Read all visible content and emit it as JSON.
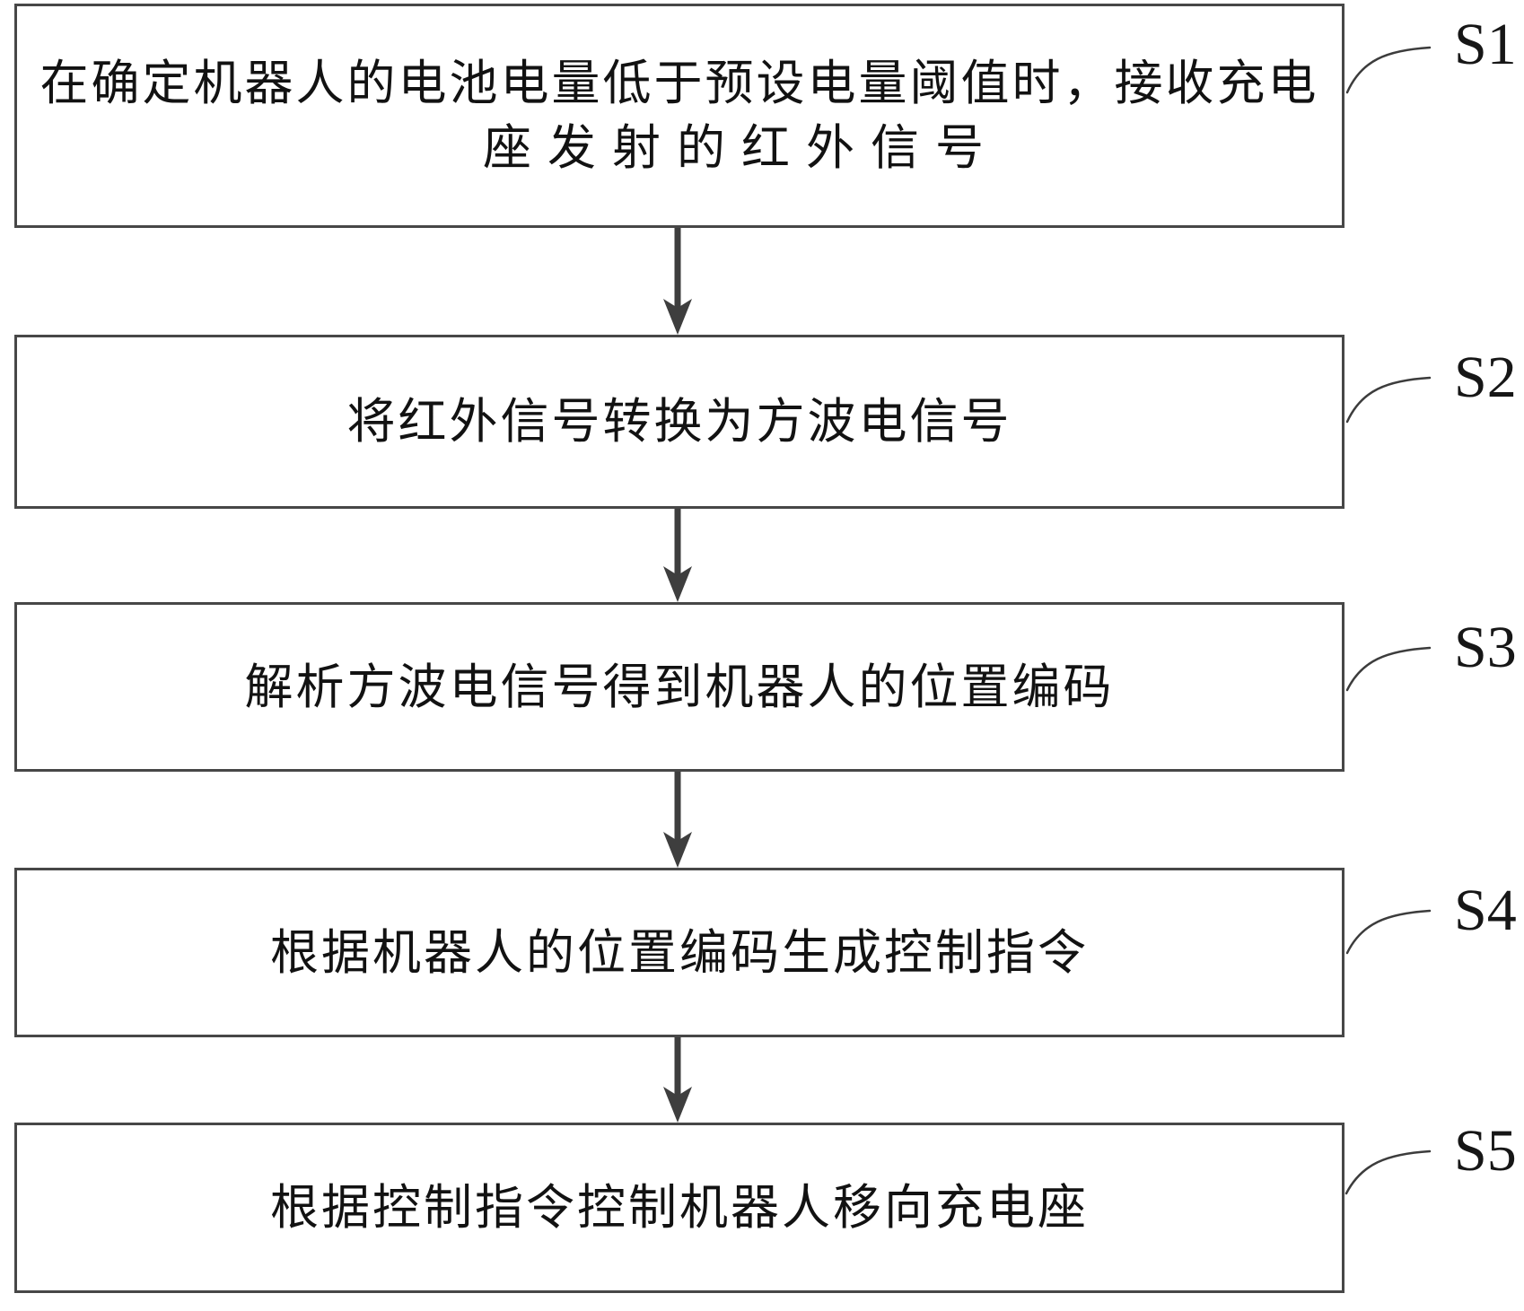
{
  "figure_type": "flowchart",
  "colors": {
    "background": "#ffffff",
    "border": "#474747",
    "arrow": "#3e3e3e",
    "text": "#121212",
    "label": "#161616",
    "connector": "#3c3c3c"
  },
  "steps": [
    {
      "label": "S1",
      "lines": [
        "在确定机器人的电池电量低于预设电量阈值时，接收充电",
        "座发射的红外信号"
      ],
      "full_text": "在确定机器人的电池电量低于预设电量阈值时，接收充电座发射的红外信号"
    },
    {
      "label": "S2",
      "lines": [
        "将红外信号转换为方波电信号"
      ],
      "full_text": "将红外信号转换为方波电信号"
    },
    {
      "label": "S3",
      "lines": [
        "解析方波电信号得到机器人的位置编码"
      ],
      "full_text": "解析方波电信号得到机器人的位置编码"
    },
    {
      "label": "S4",
      "lines": [
        "根据机器人的位置编码生成控制指令"
      ],
      "full_text": "根据机器人的位置编码生成控制指令"
    },
    {
      "label": "S5",
      "lines": [
        "根据控制指令控制机器人移向充电座"
      ],
      "full_text": "根据控制指令控制机器人移向充电座"
    }
  ]
}
